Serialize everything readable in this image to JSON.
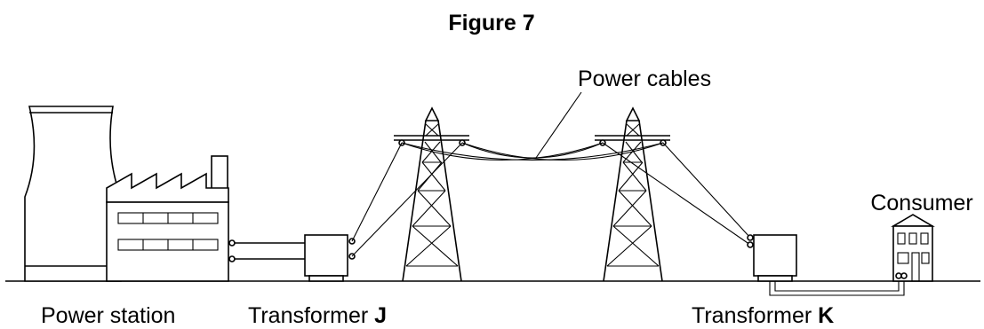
{
  "figure": {
    "title": "Figure 7",
    "labels": {
      "power_cables": "Power cables",
      "consumer": "Consumer",
      "power_station": "Power station",
      "transformer_j_prefix": "Transformer",
      "transformer_j_letter": "J",
      "transformer_k_prefix": "Transformer",
      "transformer_k_letter": "K"
    }
  }
}
